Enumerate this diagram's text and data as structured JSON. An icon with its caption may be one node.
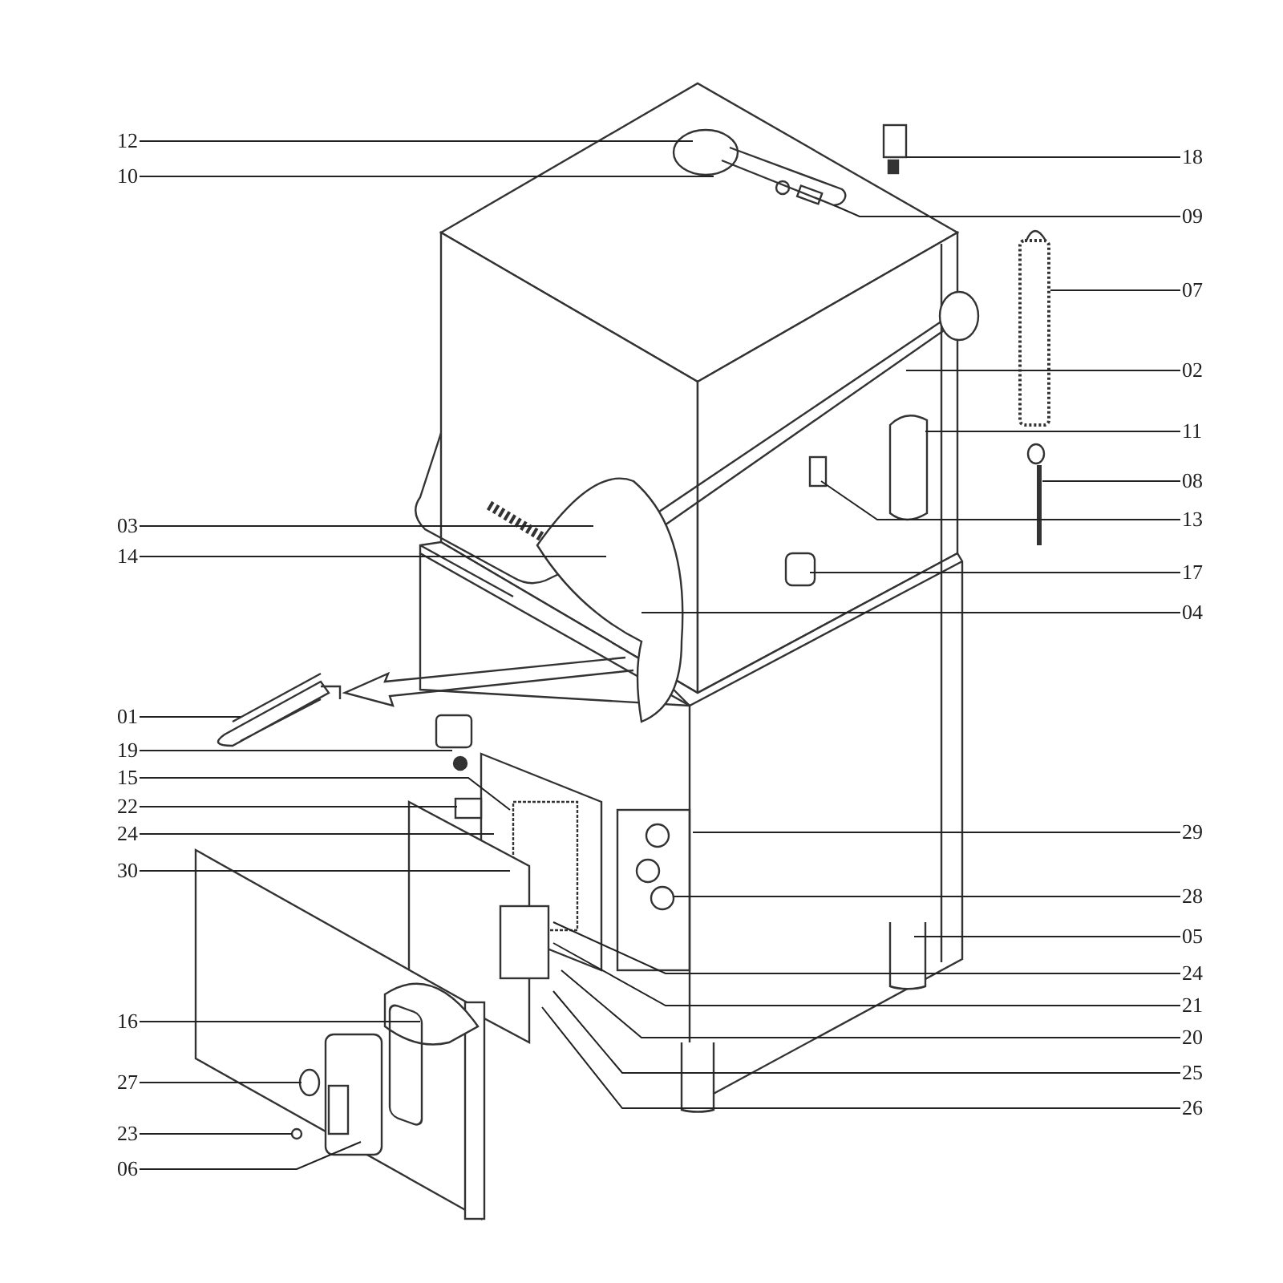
{
  "diagram": {
    "nodes": [
      {
        "text": [
          "12"
        ]
      },
      {
        "text": [
          "10"
        ]
      },
      {
        "text": [
          "03"
        ]
      },
      {
        "text": [
          "14"
        ]
      },
      {
        "text": [
          "01"
        ]
      },
      {
        "text": [
          "19"
        ]
      },
      {
        "text": [
          "15"
        ]
      },
      {
        "text": [
          "22"
        ]
      },
      {
        "text": [
          "24"
        ]
      },
      {
        "text": [
          "30"
        ]
      },
      {
        "text": [
          "16"
        ]
      },
      {
        "text": [
          "27"
        ]
      },
      {
        "text": [
          "23"
        ]
      },
      {
        "text": [
          "06"
        ]
      },
      {
        "text": [
          "18"
        ]
      },
      {
        "text": [
          "09"
        ]
      },
      {
        "text": [
          "07"
        ]
      },
      {
        "text": [
          "02"
        ]
      },
      {
        "text": [
          "11"
        ]
      },
      {
        "text": [
          "08"
        ]
      },
      {
        "text": [
          "13"
        ]
      },
      {
        "text": [
          "17"
        ]
      },
      {
        "text": [
          "04"
        ]
      },
      {
        "text": [
          "29"
        ]
      },
      {
        "text": [
          "28"
        ]
      },
      {
        "text": [
          "05"
        ]
      },
      {
        "text": [
          "24"
        ]
      },
      {
        "text": [
          "21"
        ]
      },
      {
        "text": [
          "20"
        ]
      },
      {
        "text": [
          "25"
        ]
      },
      {
        "text": [
          "26"
        ]
      }
    ],
    "edges": [
      {
        "from": 0,
        "to": null,
        "arrow": "none"
      },
      {
        "from": 1,
        "to": null,
        "arrow": "none"
      },
      {
        "from": 2,
        "to": null,
        "arrow": "none"
      },
      {
        "from": 3,
        "to": null,
        "arrow": "none"
      },
      {
        "from": 4,
        "to": null,
        "arrow": "none"
      },
      {
        "from": 5,
        "to": null,
        "arrow": "none"
      },
      {
        "from": 6,
        "to": null,
        "arrow": "none"
      },
      {
        "from": 7,
        "to": null,
        "arrow": "none"
      },
      {
        "from": 8,
        "to": null,
        "arrow": "none"
      },
      {
        "from": 9,
        "to": null,
        "arrow": "none"
      },
      {
        "from": 10,
        "to": null,
        "arrow": "none"
      },
      {
        "from": 11,
        "to": null,
        "arrow": "none"
      },
      {
        "from": 12,
        "to": null,
        "arrow": "none"
      },
      {
        "from": 13,
        "to": null,
        "arrow": "none"
      },
      {
        "from": 14,
        "to": null,
        "arrow": "none"
      },
      {
        "from": 15,
        "to": null,
        "arrow": "none"
      },
      {
        "from": 16,
        "to": null,
        "arrow": "none"
      },
      {
        "from": 17,
        "to": null,
        "arrow": "none"
      },
      {
        "from": 18,
        "to": null,
        "arrow": "none"
      },
      {
        "from": 19,
        "to": null,
        "arrow": "none"
      },
      {
        "from": 20,
        "to": null,
        "arrow": "none"
      },
      {
        "from": 21,
        "to": null,
        "arrow": "none"
      },
      {
        "from": 22,
        "to": null,
        "arrow": "none"
      },
      {
        "from": 23,
        "to": null,
        "arrow": "none"
      },
      {
        "from": 24,
        "to": null,
        "arrow": "none"
      },
      {
        "from": 25,
        "to": null,
        "arrow": "none"
      },
      {
        "from": 26,
        "to": null,
        "arrow": "none"
      },
      {
        "from": 27,
        "to": null,
        "arrow": "none"
      },
      {
        "from": 28,
        "to": null,
        "arrow": "none"
      },
      {
        "from": 29,
        "to": null,
        "arrow": "none"
      },
      {
        "from": 30,
        "to": null,
        "arrow": "none"
      }
    ]
  }
}
